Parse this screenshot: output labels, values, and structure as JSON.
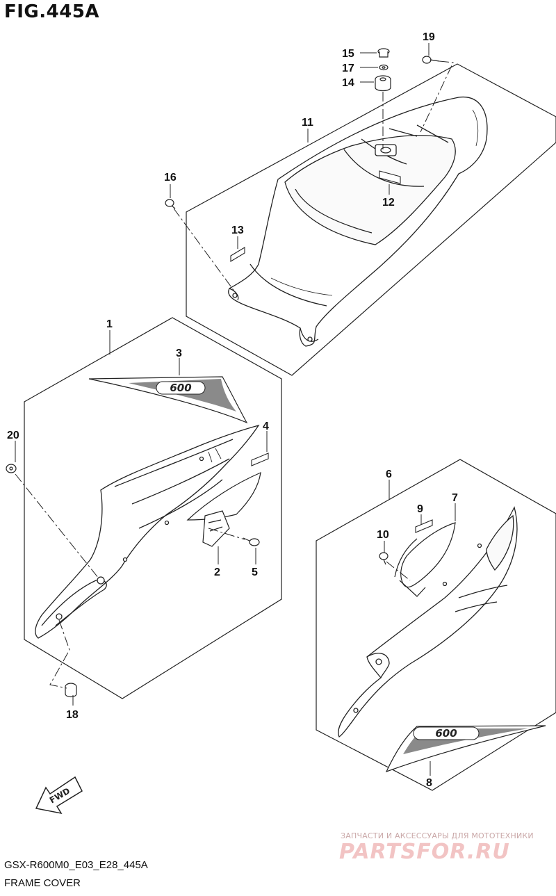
{
  "figure": {
    "title": "FIG.445A",
    "code": "GSX-R600M0_E03_E28_445A",
    "name": "FRAME COVER"
  },
  "callouts": {
    "c1": "1",
    "c2": "2",
    "c3": "3",
    "c4": "4",
    "c5": "5",
    "c6": "6",
    "c7": "7",
    "c8": "8",
    "c9": "9",
    "c10": "10",
    "c11": "11",
    "c12": "12",
    "c13": "13",
    "c14": "14",
    "c15": "15",
    "c16": "16",
    "c17": "17",
    "c18": "18",
    "c19": "19",
    "c20": "20"
  },
  "decals": {
    "left_logo": "600",
    "right_logo": "600"
  },
  "fwd_arrow": {
    "label": "FWD",
    "icon": "fwd-arrow-icon"
  },
  "watermark": {
    "subtitle": "ЗАПЧАСТИ И АКСЕССУАРЫ ДЛЯ МОТОТЕХНИКИ",
    "logo": "PARTSFOR.RU"
  }
}
